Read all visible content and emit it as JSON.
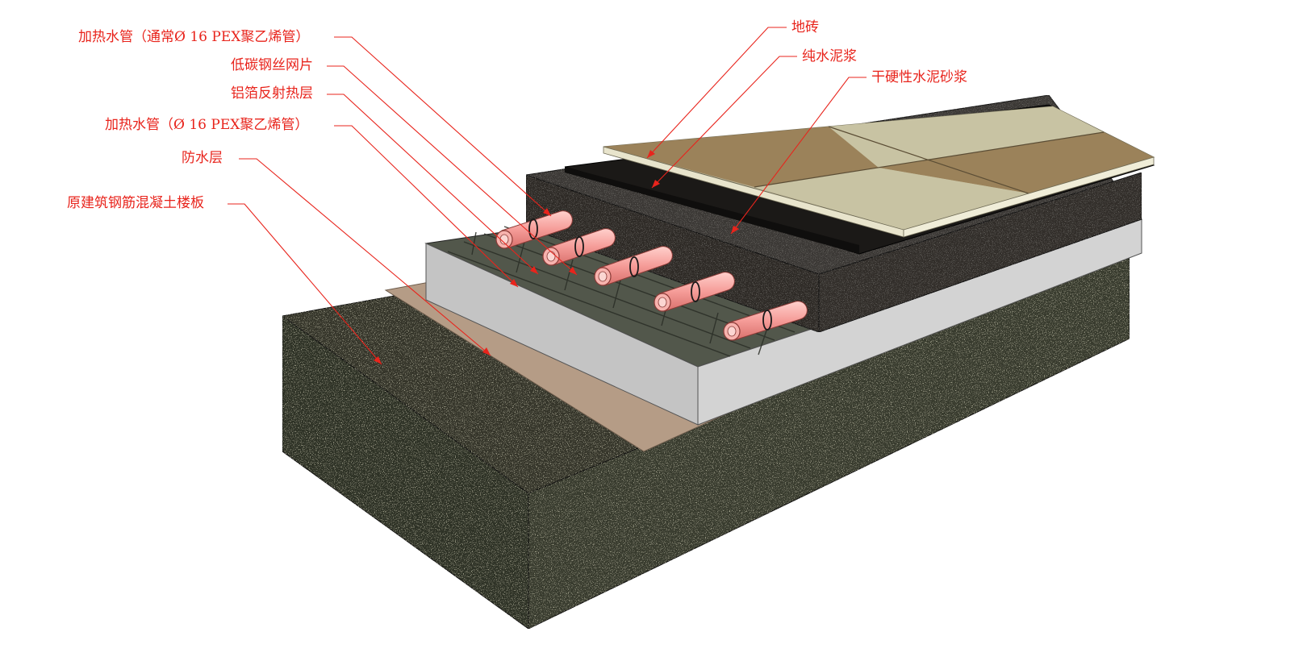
{
  "labels": {
    "pipe_main": "加热水管（通常Ø 16 PEX聚乙烯管）",
    "mesh": "低碳钢丝网片",
    "foil": "铝箔反射热层",
    "pipe": "加热水管（Ø 16 PEX聚乙烯管）",
    "waterproof": "防水层",
    "slab": "原建筑钢筋混凝土楼板",
    "tile": "地砖",
    "cement": "纯水泥浆",
    "mortar": "干硬性水泥砂浆"
  },
  "colors": {
    "annotation": "#e8241c",
    "slab": "#3c3c2c",
    "waterproof": "#b59c86",
    "insulation": "#d0d0d0",
    "pipe": "#f5a3a0",
    "mortar": "#2e2b28",
    "cement_paste": "#1b1917",
    "tile_light": "#c8c3a3",
    "tile_dark": "#9e8255"
  }
}
